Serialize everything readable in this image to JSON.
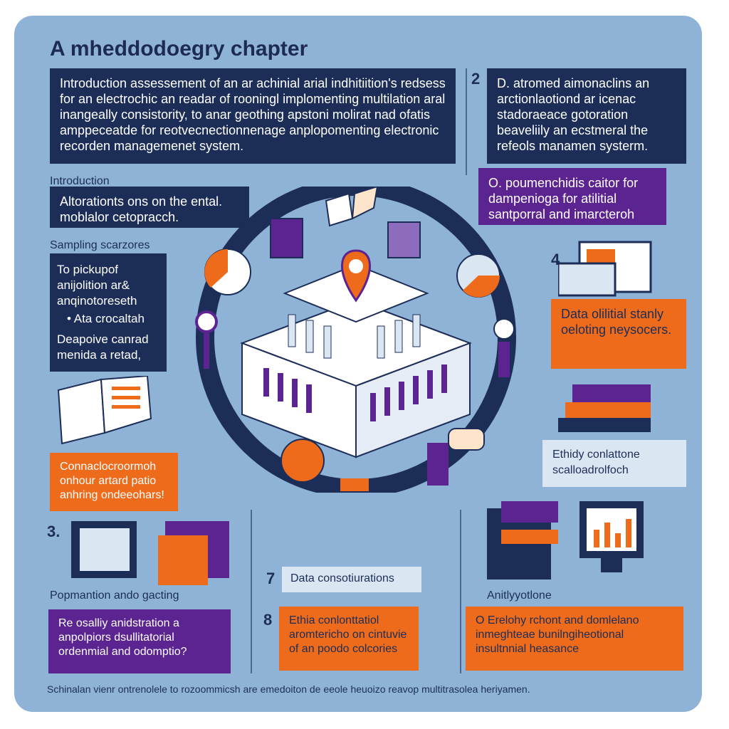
{
  "title": "A mheddodoegry chapter",
  "intro_box": "Introduction assessement of an ar achinial arial indhitiition's redsess for an electrochic an readar of rooningl implomenting multilation aral inangeally consistority, to anar geothing apstoni molirat nad ofatis amppeceatde for reotvecnectionnenage anplopomenting electronic recorden managemenet system.",
  "box_2": "D. atromed aimonaclins an arctionlaotiond ar icenac stadoraeace gotoration beaveliily an ecstmeral the refeols manamen systerm.",
  "num_2": "2",
  "introduction_label": "Introduction",
  "intro_small_box": "Altorationts ons on the ental. moblalor cetopracch.",
  "box_purple_right": "O. poumenchidis caitor for dampenioga for atilitial santporral and imarcteroh",
  "sampling_label": "Sampling scarzores",
  "sampling_box_1": "To pickupof anijolition ar& anqinotoreseth",
  "sampling_bullet": "Ata crocaltah",
  "sampling_box_2": "Deapoive canrad menida a retad,",
  "num_4": "4",
  "data_box_right": "Data olilitial stanly oeloting neysocers.",
  "orange_box_left": "Connaclocroormoh onhour artard patio anhring ondeeohars!",
  "ethics_box_right": "Ethidy conlattone scalloadrolfoch",
  "num_3": "3.",
  "population_label": "Popmantion ando gacting",
  "purple_box_bottom_left": "Re osalliy anidstration a anpolpiors dsullitatorial ordenmial and odomptio?",
  "num_7": "7",
  "data_cons_label": "Data consotiurations",
  "num_8": "8",
  "orange_box_bottom": "Ethia conlonttatiol aromtericho on cintuvie of an poodo colcories",
  "analysis_label": "Anitlyyotlone",
  "bottom_right_box": "O Erelohy rchont and domlelano inmeghteae bunilngiheotional insultnnial heasance",
  "footer": "Schinalan vienr ontrenolele to rozoommicsh are emedoiton de eeole heuoizo reavop multitrasolea heriyamen.",
  "colors": {
    "navy": "#1c2e57",
    "purple": "#5b2490",
    "orange": "#ee6b1c",
    "panel": "#8fb3d6"
  },
  "icons": [
    "museum-building-icon",
    "location-pin-icon",
    "pie-chart-icon",
    "open-book-icon",
    "document-icon",
    "monitor-chart-icon",
    "filing-drawer-icon",
    "person-icon"
  ]
}
